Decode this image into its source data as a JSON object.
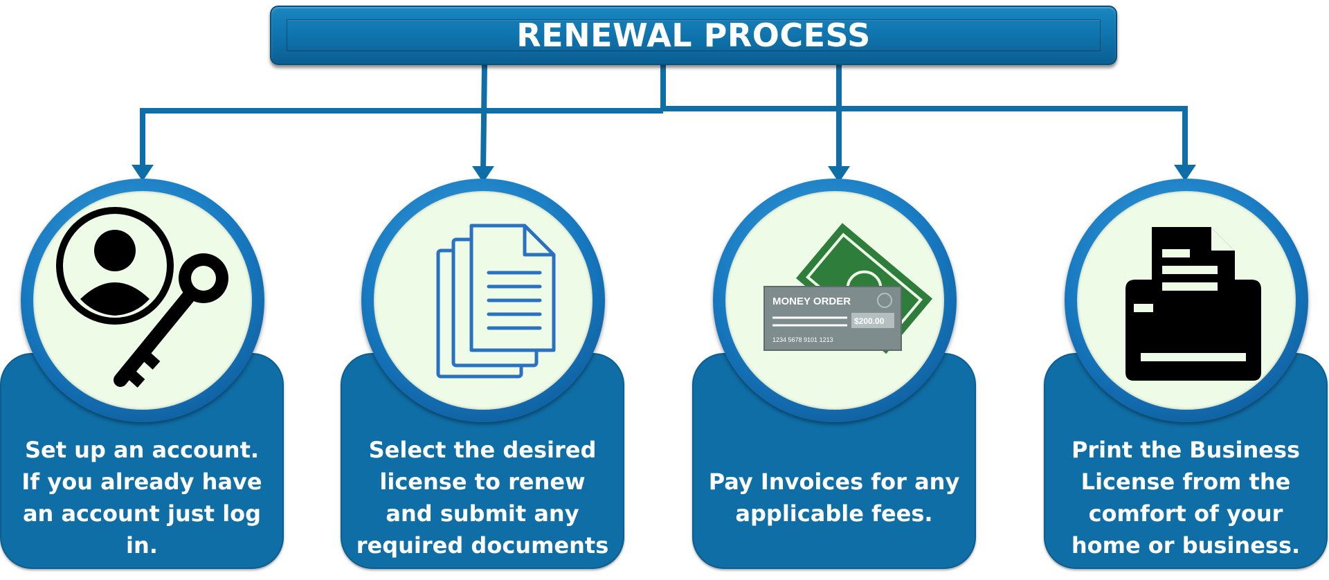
{
  "title": "RENEWAL PROCESS",
  "colors": {
    "banner": "#0f72ab",
    "card": "#0f6ea6",
    "connector": "#0f6ea6",
    "circle_fill": "#eefbe7",
    "money_green": "#2e7d3b",
    "document_blue": "#2a72c0"
  },
  "steps": [
    {
      "icon": "user-key-icon",
      "text": "Set up an account. If you already have an account just log in."
    },
    {
      "icon": "documents-icon",
      "text": "Select the desired license to renew and submit any required documents"
    },
    {
      "icon": "money-order-icon",
      "text": "Pay Invoices for any applicable fees.",
      "money_order": {
        "label": "MONEY ORDER",
        "amount": "$200.00",
        "number": "1234  5678  9101  1213"
      }
    },
    {
      "icon": "printer-icon",
      "text": "Print the Business License from the comfort of your home or business."
    }
  ]
}
